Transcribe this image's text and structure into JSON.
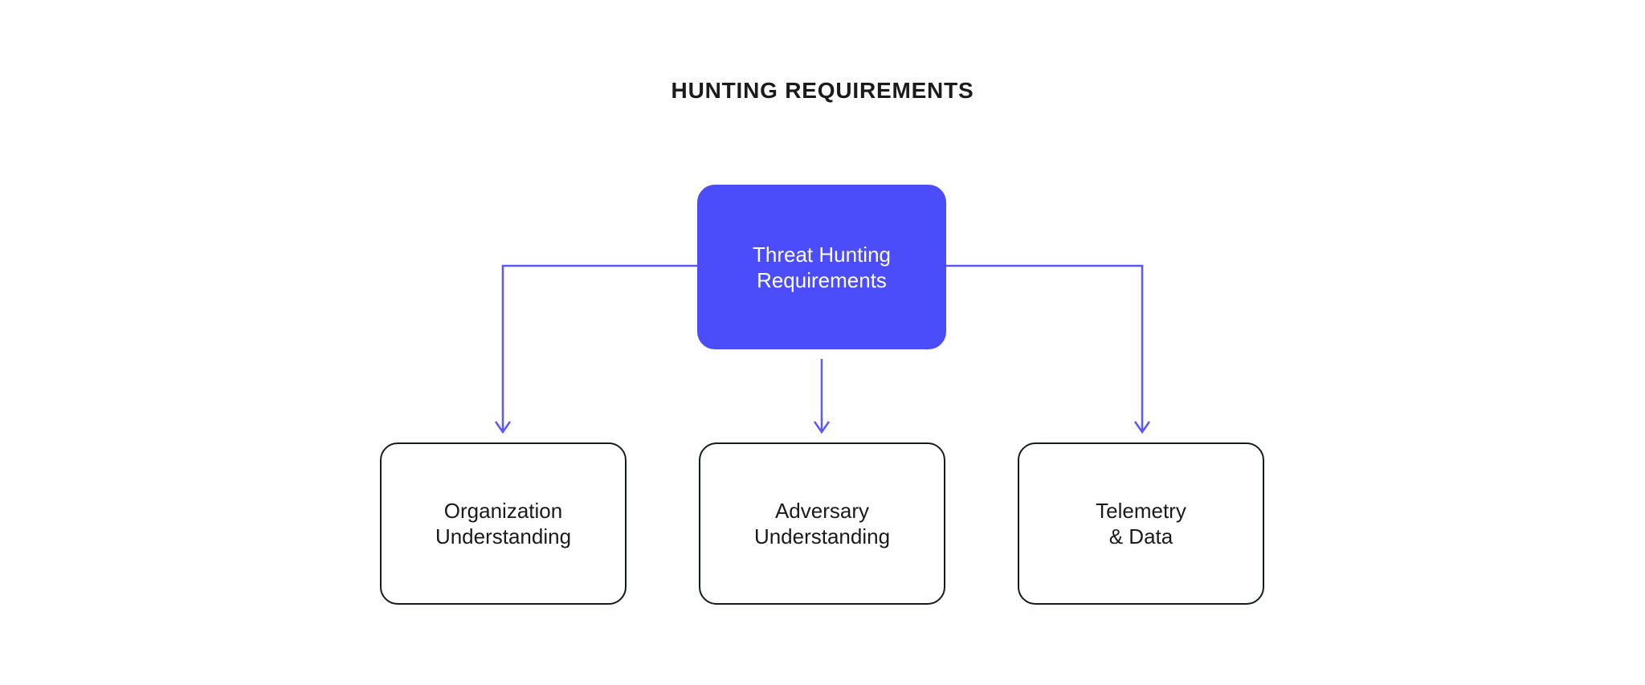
{
  "title": "HUNTING REQUIREMENTS",
  "colors": {
    "background": "#ffffff",
    "root_node_fill": "#4B4DFA",
    "root_node_text": "#ffffff",
    "child_node_fill": "#ffffff",
    "child_node_border": "#131d1f",
    "child_node_text": "#1a1a1a",
    "connector": "#5B58F7",
    "title_text": "#1b1b1b"
  },
  "diagram": {
    "root": {
      "line1": "Threat Hunting",
      "line2": "Requirements"
    },
    "children": [
      {
        "line1": "Organization",
        "line2": "Understanding"
      },
      {
        "line1": "Adversary",
        "line2": "Understanding"
      },
      {
        "line1": "Telemetry",
        "line2": "& Data"
      }
    ]
  }
}
